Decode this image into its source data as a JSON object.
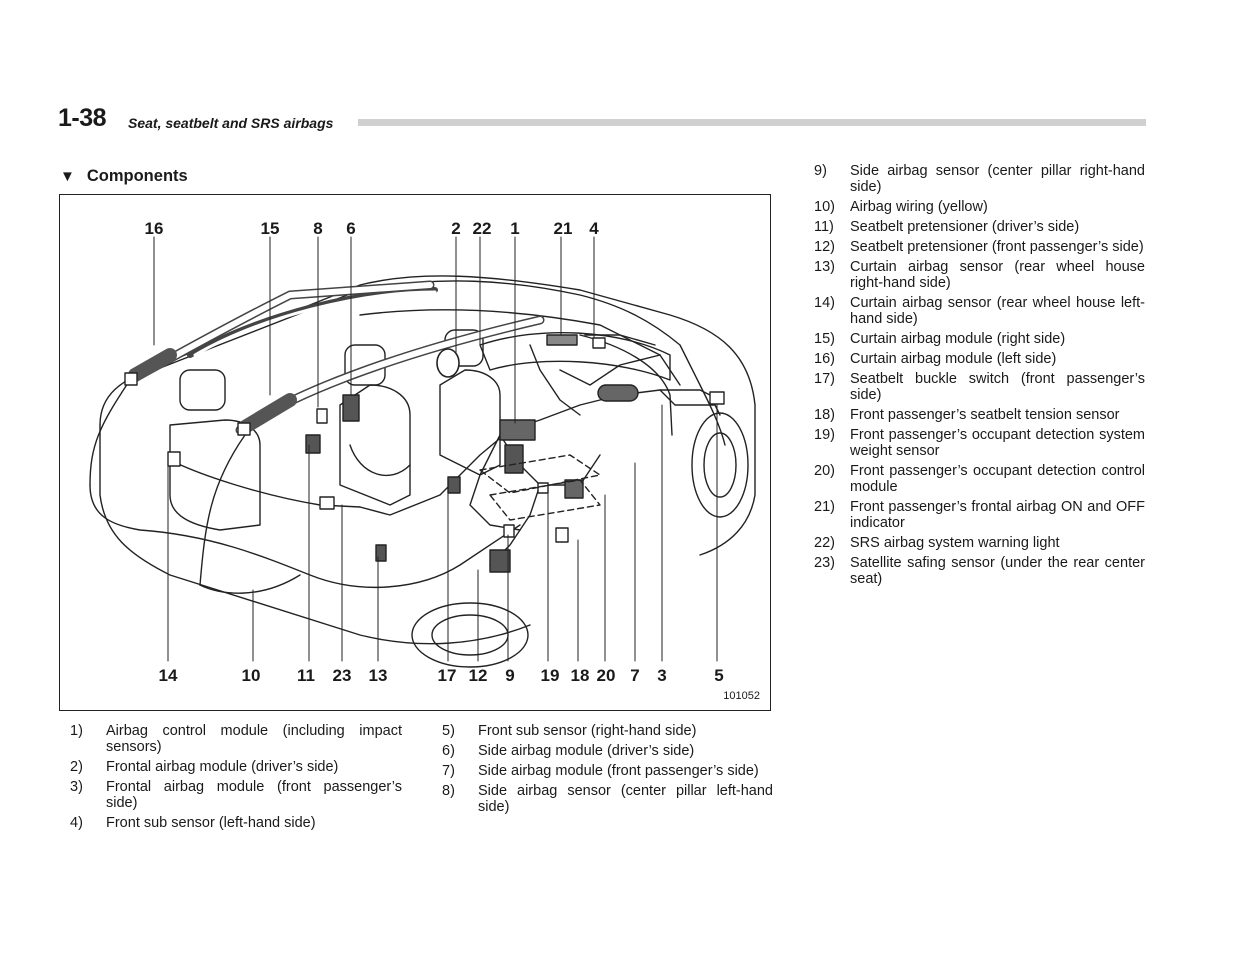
{
  "header": {
    "page_number": "1-38",
    "chapter_title": "Seat, seatbelt and SRS airbags"
  },
  "section": {
    "marker": "▼",
    "heading": "Components"
  },
  "figure": {
    "figure_number": "101052",
    "top_callouts": [
      "16",
      "15",
      "8",
      "6",
      "2",
      "22",
      "1",
      "21",
      "4"
    ],
    "bottom_callouts": [
      "14",
      "10",
      "11",
      "23",
      "13",
      "17",
      "12",
      "9",
      "19",
      "18",
      "20",
      "7",
      "3",
      "5"
    ]
  },
  "legend": [
    {
      "num": "1)",
      "text": "Airbag control module (including impact sensors)"
    },
    {
      "num": "2)",
      "text": "Frontal airbag module (driver’s side)"
    },
    {
      "num": "3)",
      "text": "Frontal airbag module (front passenger’s side)"
    },
    {
      "num": "4)",
      "text": "Front sub sensor (left-hand side)"
    },
    {
      "num": "5)",
      "text": "Front sub sensor (right-hand side)"
    },
    {
      "num": "6)",
      "text": "Side airbag module (driver’s side)"
    },
    {
      "num": "7)",
      "text": "Side airbag module (front passenger’s side)"
    },
    {
      "num": "8)",
      "text": "Side airbag sensor (center pillar left-hand side)"
    },
    {
      "num": "9)",
      "text": "Side airbag sensor (center pillar right-hand side)"
    },
    {
      "num": "10)",
      "text": "Airbag wiring (yellow)"
    },
    {
      "num": "11)",
      "text": "Seatbelt pretensioner (driver’s side)"
    },
    {
      "num": "12)",
      "text": "Seatbelt pretensioner (front passenger’s side)"
    },
    {
      "num": "13)",
      "text": "Curtain airbag sensor (rear wheel house right-hand side)"
    },
    {
      "num": "14)",
      "text": "Curtain airbag sensor (rear wheel house left-hand side)"
    },
    {
      "num": "15)",
      "text": "Curtain airbag module (right side)"
    },
    {
      "num": "16)",
      "text": "Curtain airbag module (left side)"
    },
    {
      "num": "17)",
      "text": "Seatbelt buckle switch (front passenger’s side)"
    },
    {
      "num": "18)",
      "text": "Front passenger’s seatbelt tension sensor"
    },
    {
      "num": "19)",
      "text": "Front passenger’s occupant detection system weight sensor"
    },
    {
      "num": "20)",
      "text": "Front passenger’s occupant detection control module"
    },
    {
      "num": "21)",
      "text": "Front passenger’s frontal airbag ON and OFF indicator"
    },
    {
      "num": "22)",
      "text": "SRS airbag system warning light"
    },
    {
      "num": "23)",
      "text": "Satellite safing sensor (under the rear center seat)"
    }
  ]
}
